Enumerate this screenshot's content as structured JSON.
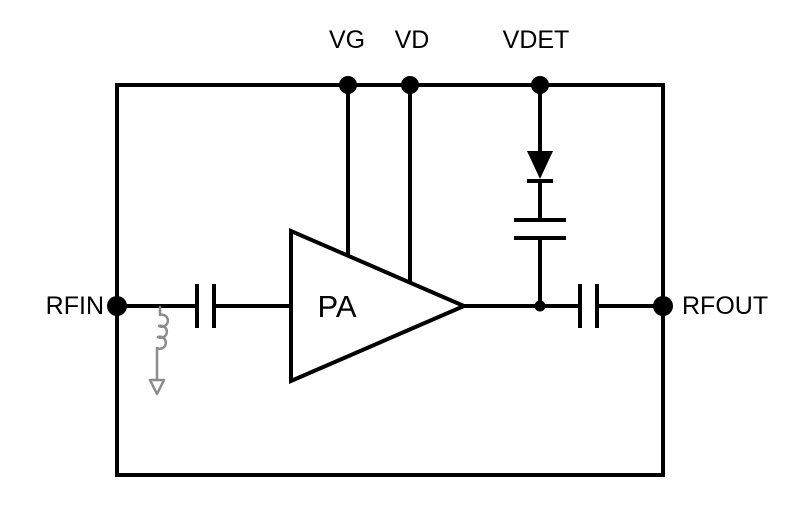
{
  "diagram": {
    "type": "circuit-schematic",
    "labels": {
      "vg": "VG",
      "vd": "VD",
      "vdet": "VDET",
      "rfin": "RFIN",
      "rfout": "RFOUT",
      "amplifier": "PA"
    },
    "colors": {
      "line": "#000000",
      "text": "#000000",
      "inductor": "#8c8c8c",
      "background": "#ffffff"
    },
    "components": [
      {
        "type": "pin",
        "label": "VG",
        "position": "top"
      },
      {
        "type": "pin",
        "label": "VD",
        "position": "top"
      },
      {
        "type": "pin",
        "label": "VDET",
        "position": "top"
      },
      {
        "type": "pin",
        "label": "RFIN",
        "position": "left"
      },
      {
        "type": "pin",
        "label": "RFOUT",
        "position": "right"
      },
      {
        "type": "amplifier",
        "label": "PA"
      },
      {
        "type": "diode",
        "branch": "VDET",
        "orientation": "down"
      },
      {
        "type": "capacitor",
        "location": "RF input path"
      },
      {
        "type": "capacitor",
        "location": "RF output path"
      },
      {
        "type": "capacitor",
        "location": "VDET branch"
      },
      {
        "type": "inductor",
        "location": "RFIN shunt to ground"
      }
    ]
  }
}
